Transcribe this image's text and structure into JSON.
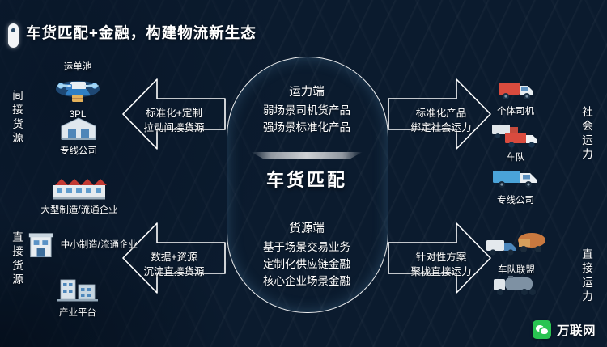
{
  "title": {
    "text": "车货匹配+金融，构建物流新生态"
  },
  "center": {
    "top_lines": [
      "运力端",
      "弱场景司机货产品",
      "强场景标准化产品"
    ],
    "core_label": "车货匹配",
    "bottom_lines": [
      "货源端",
      "基于场景交易业务",
      "定制化供应链金融",
      "核心企业场景金融"
    ]
  },
  "arrows": [
    {
      "id": "left-top",
      "label_lines": [
        "标准化+定制",
        "拉动间接货源"
      ],
      "direction": "left"
    },
    {
      "id": "left-bottom",
      "label_lines": [
        "数据+资源",
        "沉淀直接货源"
      ],
      "direction": "left"
    },
    {
      "id": "right-top",
      "label_lines": [
        "标准化产品",
        "绑定社会运力"
      ],
      "direction": "right"
    },
    {
      "id": "right-bottom",
      "label_lines": [
        "针对性方案",
        "聚拢直接运力"
      ],
      "direction": "right"
    }
  ],
  "side_labels": {
    "left_top": "间接货源",
    "left_bottom": "直接货源",
    "right_top": "社会运力",
    "right_bottom": "直接运力"
  },
  "left_nodes": [
    {
      "caption": "运单池",
      "icon": "truck-network-icon",
      "caption_position": "top"
    },
    {
      "caption": "3PL",
      "icon": "drone-delivery-icon",
      "caption_position": "bottom"
    },
    {
      "caption": "专线公司",
      "icon": "warehouse-icon",
      "caption_position": "bottom"
    },
    {
      "caption": "大型制造/流通企业",
      "icon": "factory-icon",
      "caption_position": "bottom"
    },
    {
      "caption": "中小制造/流通企业",
      "icon": "small-factory-icon",
      "caption_position": "right"
    },
    {
      "caption": "产业平台",
      "icon": "platform-icon",
      "caption_position": "bottom"
    }
  ],
  "right_nodes": [
    {
      "caption": "个体司机",
      "icon": "single-truck-icon",
      "caption_position": "bottom"
    },
    {
      "caption": "车队",
      "icon": "truck-fleet-icon",
      "caption_position": "bottom"
    },
    {
      "caption": "专线公司",
      "icon": "line-haul-truck-icon",
      "caption_position": "bottom"
    },
    {
      "caption": "车队联盟",
      "icon": "truck-alliance-icon",
      "caption_position": "bottom"
    },
    {
      "caption": "",
      "icon": "tanker-truck-icon",
      "caption_position": "none"
    }
  ],
  "brand": {
    "name": "万联网",
    "icon": "wechat-icon"
  },
  "colors": {
    "background_deep": "#061524",
    "background_mid": "#17527d",
    "outline": "#ffffff",
    "brand_green": "#29c451",
    "text": "#ffffff"
  }
}
